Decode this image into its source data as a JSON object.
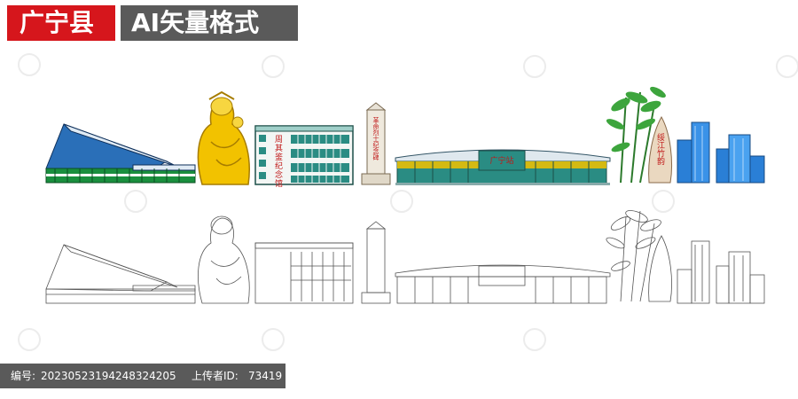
{
  "header": {
    "county_title": "广宁县",
    "format_label": "AI矢量格式"
  },
  "landmarks": {
    "memorial_hall_sign": "周其鉴纪念馆",
    "martyrs_monument_inscription": "革命烈士纪念碑",
    "station_sign": "广宁站",
    "bamboo_stone_inscription": "绥江竹韵"
  },
  "footer": {
    "id_label": "编号:",
    "id_value": "20230523194248324205",
    "uploader_label": "上传者ID:",
    "uploader_value": "73419"
  },
  "colors": {
    "red": "#d6161c",
    "grey": "#5a5a5a",
    "gold": "#f2c200",
    "teal": "#2a8c83",
    "green": "#1aa04a",
    "blue": "#2a7fd6"
  }
}
